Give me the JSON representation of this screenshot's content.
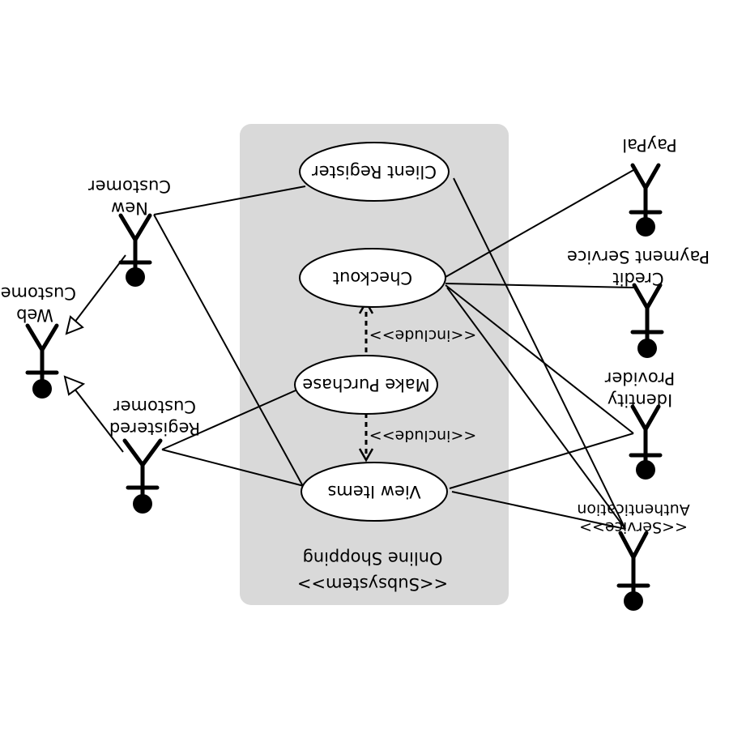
{
  "subsystem": {
    "name": "Online Shopping",
    "stereotype": "<<Subsystem>>",
    "fill_color": "#d9d9d9"
  },
  "use_cases": {
    "client_register": "Client Register",
    "checkout": "Checkout",
    "make_purchase": "Make Purchase",
    "view_items": "View Items"
  },
  "relations": {
    "include_checkout": "<<include>>",
    "include_view_items": "<<include>>"
  },
  "actors": {
    "web_customer": [
      "Web",
      "Customer"
    ],
    "new_customer": [
      "New",
      "Customer"
    ],
    "registered_customer": [
      "Registered",
      "Customer"
    ],
    "paypal": [
      "PayPal"
    ],
    "credit_payment_service": [
      "Credit",
      "Payment Service"
    ],
    "identity_provider": [
      "Identity",
      "Provider"
    ],
    "authentication_service": [
      "<<Service>>",
      "Authentication"
    ]
  },
  "orientation": "rotated-180"
}
